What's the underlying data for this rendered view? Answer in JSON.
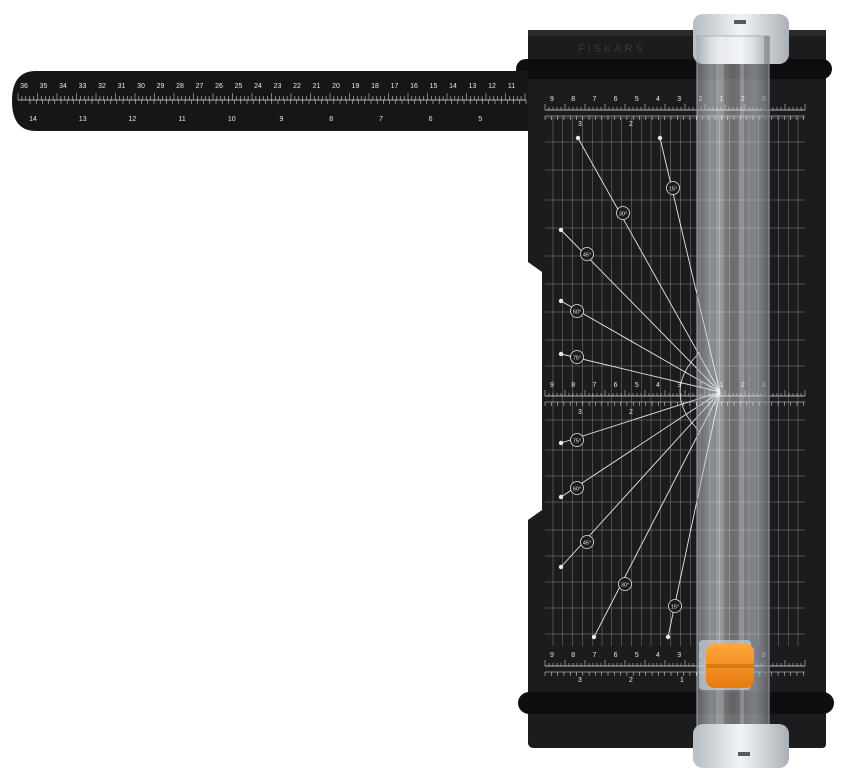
{
  "product": {
    "brand_mark": "FISKARS",
    "arm_scale_cm": [
      "36",
      "35",
      "34",
      "33",
      "32",
      "31",
      "30",
      "29",
      "28",
      "27",
      "26",
      "25",
      "24",
      "23",
      "22",
      "21",
      "20",
      "19",
      "18",
      "17",
      "16",
      "15",
      "14",
      "13",
      "12",
      "11"
    ],
    "arm_scale_in": [
      "14",
      "13",
      "12",
      "11",
      "10",
      "9",
      "8",
      "7",
      "6",
      "5"
    ],
    "board_scale_cm": [
      "9",
      "8",
      "7",
      "6",
      "5",
      "4",
      "3",
      "2",
      "1",
      "2",
      "3"
    ],
    "board_scale_in_top": [
      "3",
      "2"
    ],
    "board_scale_in_mid": [
      "3",
      "2"
    ],
    "board_scale_in_bottom": [
      "3",
      "2",
      "1",
      "1"
    ],
    "angle_guides_upper": [
      "15°",
      "30°",
      "45°",
      "60°",
      "75°"
    ],
    "angle_guides_lower": [
      "75°",
      "60°",
      "45°",
      "30°",
      "15°"
    ],
    "colors": {
      "base": "#1c1c1e",
      "arm": "#161618",
      "markings": "#e8e8e8",
      "rail": "#c9cfd6",
      "handle": "#f28a1c"
    }
  }
}
